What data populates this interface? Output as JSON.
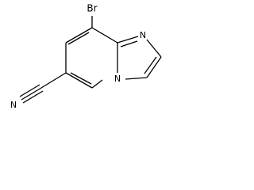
{
  "molecule": {
    "atoms": {
      "br": "Br",
      "n_imidazole": "N",
      "n_bridgehead": "N",
      "n_nitrile": "N"
    }
  }
}
